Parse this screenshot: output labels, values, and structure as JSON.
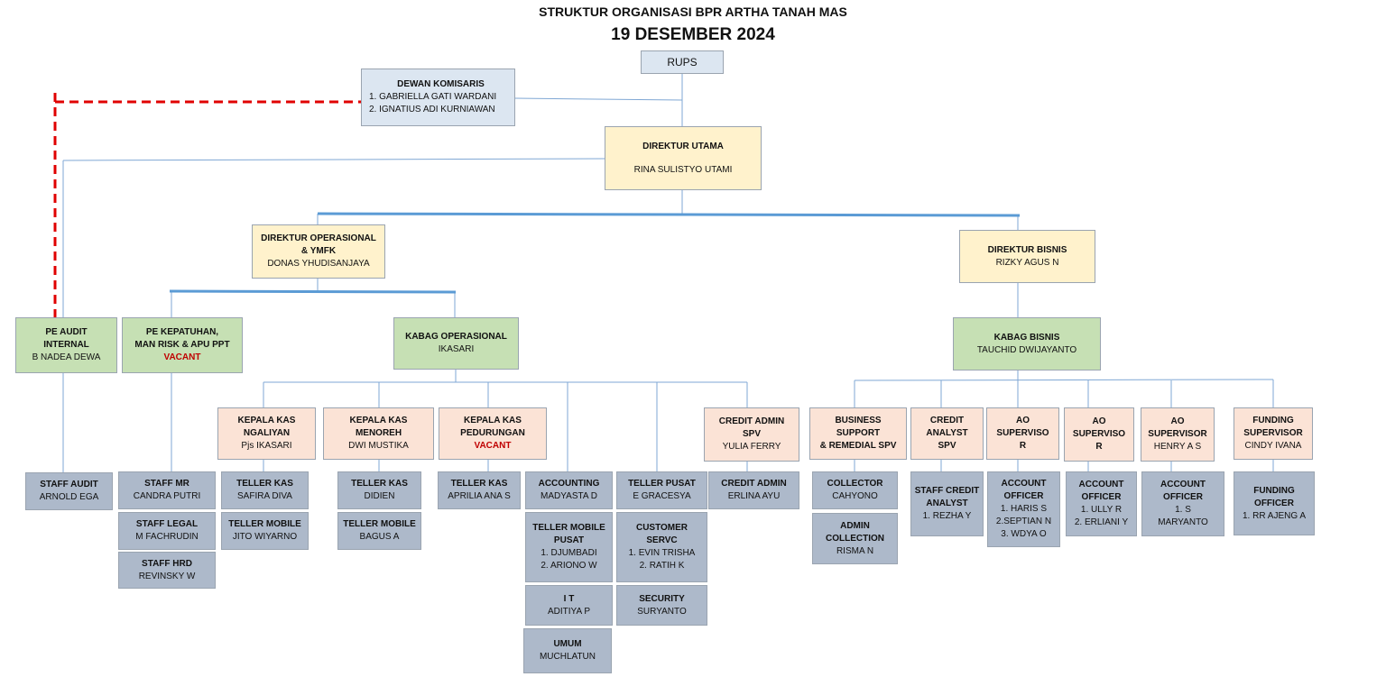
{
  "title": "STRUKTUR ORGANISASI BPR ARTHA TANAH MAS",
  "date": "19 DESEMBER 2024",
  "rups": "RUPS",
  "komisaris": {
    "title": "DEWAN KOMISARIS",
    "m1": "1. GABRIELLA GATI WARDANI",
    "m2": "2. IGNATIUS ADI KURNIAWAN"
  },
  "dirut": {
    "title": "DIREKTUR UTAMA",
    "name": "RINA SULISTYO UTAMI"
  },
  "dirops": {
    "t1": "DIREKTUR OPERASIONAL",
    "t2": "& YMFK",
    "name": "DONAS YHUDISANJAYA"
  },
  "dirbis": {
    "title": "DIREKTUR BISNIS",
    "name": "RIZKY AGUS N"
  },
  "audit": {
    "t1": "PE AUDIT",
    "t2": "INTERNAL",
    "name": "B NADEA DEWA"
  },
  "kepatuhan": {
    "t1": "PE KEPATUHAN,",
    "t2": "MAN RISK & APU PPT",
    "name": "VACANT"
  },
  "kabag_ops": {
    "title": "KABAG OPERASIONAL",
    "name": "IKASARI"
  },
  "kabag_bis": {
    "title": "KABAG BISNIS",
    "name": "TAUCHID DWIJAYANTO"
  },
  "kas_ngaliyan": {
    "t1": "KEPALA KAS",
    "t2": "NGALIYAN",
    "name": "Pjs IKASARI"
  },
  "kas_menoreh": {
    "t1": "KEPALA KAS",
    "t2": "MENOREH",
    "name": "DWI MUSTIKA"
  },
  "kas_pedurungan": {
    "t1": "KEPALA KAS",
    "t2": "PEDURUNGAN",
    "name": "VACANT"
  },
  "credit_admin_spv": {
    "t1": "CREDIT ADMIN",
    "t2": "SPV",
    "name": "YULIA FERRY"
  },
  "bsr_spv": {
    "t1": "BUSINESS",
    "t2": "SUPPORT",
    "t3": "& REMEDIAL SPV"
  },
  "credit_analyst_spv": {
    "t1": "CREDIT",
    "t2": "ANALYST",
    "t3": "SPV"
  },
  "ao_spv1": {
    "t1": "AO",
    "t2": "SUPERVISO",
    "t3": "R"
  },
  "ao_spv2": {
    "t1": "AO",
    "t2": "SUPERVISO",
    "t3": "R"
  },
  "ao_spv3": {
    "t1": "AO",
    "t2": "SUPERVISOR",
    "name": "HENRY A S"
  },
  "funding_spv": {
    "t1": "FUNDING",
    "t2": "SUPERVISOR",
    "name": "CINDY IVANA"
  },
  "staff_audit": {
    "title": "STAFF AUDIT",
    "name": "ARNOLD EGA"
  },
  "staff_mr": {
    "title": "STAFF MR",
    "name": "CANDRA PUTRI"
  },
  "staff_legal": {
    "title": "STAFF LEGAL",
    "name": "M FACHRUDIN"
  },
  "staff_hrd": {
    "title": "STAFF HRD",
    "name": "REVINSKY W"
  },
  "teller_kas_safira": {
    "title": "TELLER KAS",
    "name": "SAFIRA DIVA"
  },
  "teller_mobile_jito": {
    "title": "TELLER MOBILE",
    "name": "JITO WIYARNO"
  },
  "teller_kas_didien": {
    "title": "TELLER KAS",
    "name": "DIDIEN"
  },
  "teller_mobile_bagus": {
    "title": "TELLER MOBILE",
    "name": "BAGUS A"
  },
  "teller_kas_aprilia": {
    "title": "TELLER KAS",
    "name": "APRILIA ANA S"
  },
  "accounting": {
    "title": "ACCOUNTING",
    "name": "MADYASTA D"
  },
  "teller_mobile_pusat": {
    "t1": "TELLER MOBILE",
    "t2": "PUSAT",
    "m1": "1. DJUMBADI",
    "m2": "2. ARIONO W"
  },
  "it": {
    "title": "I T",
    "name": "ADITIYA P"
  },
  "umum": {
    "title": "UMUM",
    "name": "MUCHLATUN"
  },
  "teller_pusat": {
    "title": "TELLER PUSAT",
    "name": "E GRACESYA"
  },
  "customer_service": {
    "t1": "CUSTOMER",
    "t2": "SERVC",
    "m1": "1. EVIN TRISHA",
    "m2": "2. RATIH K"
  },
  "security": {
    "title": "SECURITY",
    "name": "SURYANTO"
  },
  "credit_admin": {
    "title": "CREDIT ADMIN",
    "name": "ERLINA AYU"
  },
  "collector": {
    "title": "COLLECTOR",
    "name": "CAHYONO"
  },
  "admin_collection": {
    "t1": "ADMIN",
    "t2": "COLLECTION",
    "name": "RISMA N"
  },
  "staff_credit_analyst": {
    "t1": "STAFF CREDIT",
    "t2": "ANALYST",
    "m1": "1. REZHA Y"
  },
  "ao1": {
    "t1": "ACCOUNT",
    "t2": "OFFICER",
    "m1": "1. HARIS S",
    "m2": "2.SEPTIAN N",
    "m3": "3. WDYA O"
  },
  "ao2": {
    "t1": "ACCOUNT",
    "t2": "OFFICER",
    "m1": "1. ULLY R",
    "m2": "2. ERLIANI Y"
  },
  "ao3": {
    "t1": "ACCOUNT",
    "t2": "OFFICER",
    "m1": "1. S",
    "m2": "MARYANTO"
  },
  "funding_officer": {
    "t1": "FUNDING",
    "t2": "OFFICER",
    "m1": "1. RR AJENG A"
  },
  "colors": {
    "line": "#5b9bd5",
    "dashed": "#e00000",
    "vacant": "#c00000"
  }
}
